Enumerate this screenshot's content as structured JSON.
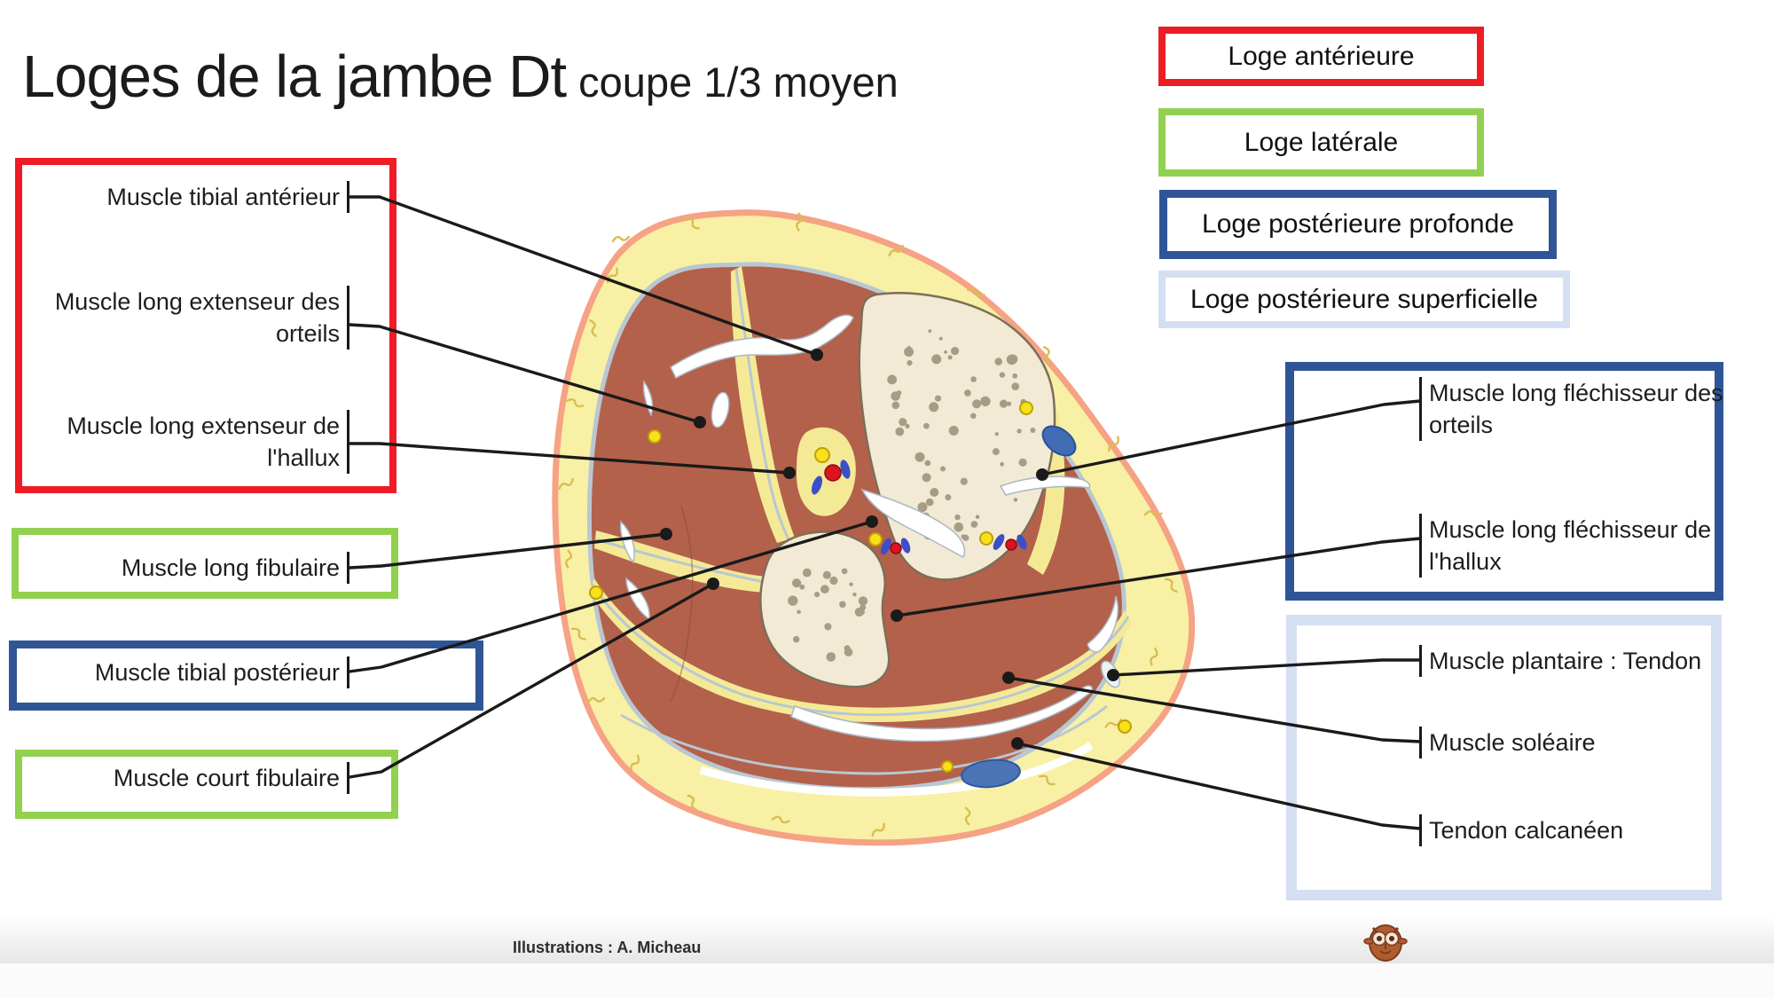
{
  "title": {
    "main": "Loges de la jambe Dt",
    "sub": "coupe 1/3 moyen"
  },
  "legend": {
    "items": [
      {
        "label": "Loge antérieure",
        "color": "#ee1c24"
      },
      {
        "label": "Loge latérale",
        "color": "#92d050"
      },
      {
        "label": "Loge postérieure profonde",
        "color": "#2f5597"
      },
      {
        "label": "Loge postérieure superficielle",
        "color": "#d5dff2"
      }
    ]
  },
  "left_labels": {
    "tibial_anterieur": "Muscle tibial antérieur",
    "long_ext_orteils": "Muscle long extenseur des\norteils",
    "long_ext_hallux": "Muscle long extenseur de\nl'hallux",
    "long_fibulaire": "Muscle long fibulaire",
    "tibial_posterieur": "Muscle tibial postérieur",
    "court_fibulaire": "Muscle court fibulaire"
  },
  "right_labels": {
    "long_flech_orteils": "Muscle long fléchisseur des\norteils",
    "long_flech_hallux": "Muscle long fléchisseur de\nl'hallux",
    "plantaire_tendon": "Muscle plantaire : Tendon",
    "soleaire": "Muscle soléaire",
    "tendon_calcaneen": "Tendon calcanéen"
  },
  "footer": {
    "credit": "Illustrations : A. Micheau"
  },
  "figure": {
    "name": "leg-axial-cross-section-illustration",
    "palette": {
      "skin": "#f6a284",
      "fat": "#f8f0a5",
      "muscle": "#b3614b",
      "bone": "#f2ead4",
      "fascia": "#b9c7d2",
      "artery": "#dc1420",
      "vein": "#3a50c8",
      "nerve": "#f7e11c",
      "leader_line": "#1a1a1a"
    }
  }
}
